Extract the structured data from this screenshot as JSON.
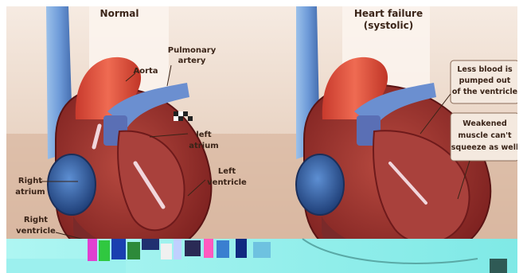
{
  "left_panel": {
    "title": "Normal",
    "labels": {
      "aorta": "Aorta",
      "pulmonary_artery_line1": "Pulmonary",
      "pulmonary_artery_line2": "artery",
      "left_atrium_line1": "left",
      "left_atrium_line2": "atrium",
      "left_ventricle_line1": "Left",
      "left_ventricle_line2": "ventricle",
      "right_atrium_line1": "Right",
      "right_atrium_line2": "atrium",
      "right_ventricle_line1": "Right",
      "right_ventricle_line2": "ventricle"
    }
  },
  "right_panel": {
    "title_line1": "Heart failure",
    "title_line2": "(systolic)",
    "callout_1": [
      "Less blood is",
      "pumped out",
      "of the ventricle"
    ],
    "callout_2": [
      "Weakened",
      "muscle can't",
      "squeeze as well"
    ]
  },
  "colors": {
    "background_top": "#f4e7dc",
    "background_bottom": "#d8b7a0",
    "beam": "#fbf5ef",
    "muscle": "#9a2b2a",
    "muscle_dark": "#6e1a1b",
    "vein_blue": "#4d7cc0",
    "aorta_red": "#d84a3a",
    "glitch_cyan": "#8ef2ef"
  }
}
